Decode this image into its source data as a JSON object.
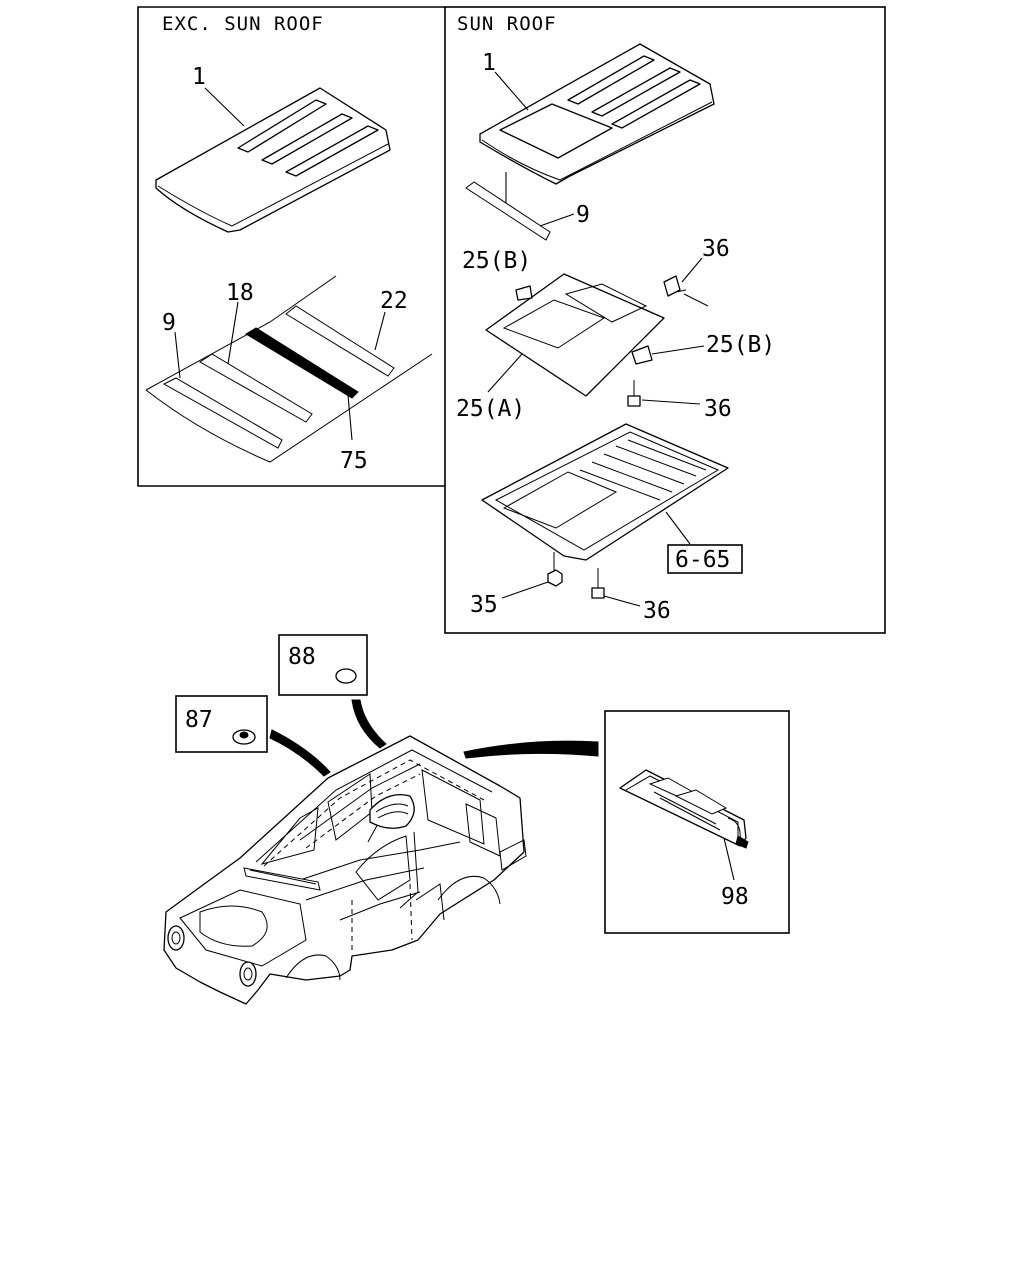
{
  "headers": {
    "exc_sun_roof": "EXC. SUN ROOF",
    "sun_roof": "SUN ROOF"
  },
  "callouts": {
    "exc_roof_panel": "1",
    "exc_rail_18": "18",
    "exc_rail_22": "22",
    "exc_rail_9": "9",
    "exc_bow_75": "75",
    "sr_roof_panel": "1",
    "sr_rail_9": "9",
    "sr_glass_25a": "25(A)",
    "sr_clip_25b_left": "25(B)",
    "sr_clip_25b_right": "25(B)",
    "sr_bolt_36_top": "36",
    "sr_bolt_36_mid": "36",
    "sr_bolt_36_bottom": "36",
    "sr_nut_35": "35",
    "sr_frame_ref": "6-65",
    "plug_87": "87",
    "plug_88": "88",
    "panel_98": "98"
  }
}
